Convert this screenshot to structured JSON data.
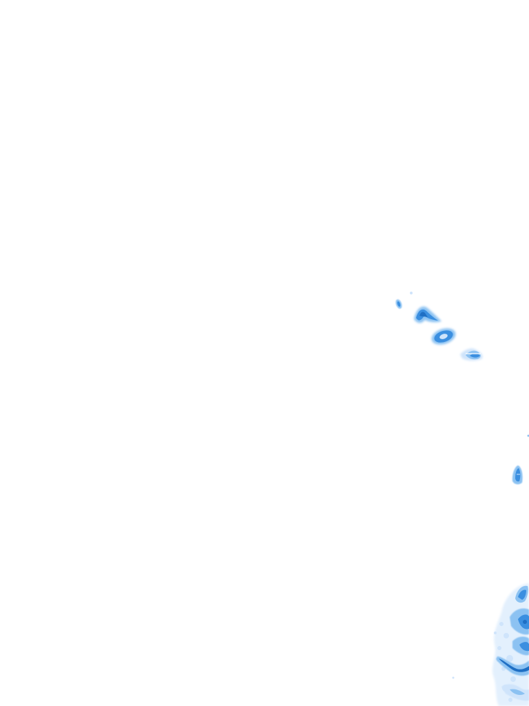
{
  "map": {
    "type": "radar-precipitation-tile",
    "background": "#ffffff",
    "palette": {
      "light": "#cfe4fb",
      "mid": "#8cc2f2",
      "strong": "#3b8fe0",
      "heavy": "#1f6fc4"
    },
    "features": [
      {
        "name": "echo-cluster-northwest"
      },
      {
        "name": "echo-cluster-east"
      },
      {
        "name": "echo-cluster-southeast"
      }
    ]
  }
}
